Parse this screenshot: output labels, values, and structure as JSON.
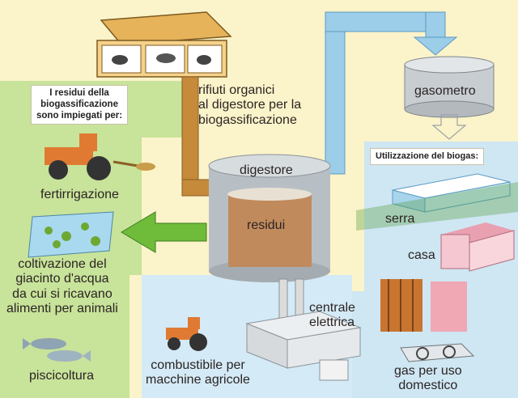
{
  "labels": {
    "residui_title": "I residui della\nbiogassificazione\nsono impiegati per:",
    "rifiuti": "rifiuti organici\nal digestore per la\nbiogassificazione",
    "gasometro": "gasometro",
    "utilizzazione": "Utilizzazione del biogas:",
    "digestore": "digestore",
    "residui": "residui",
    "fertirrigazione": "fertirrigazione",
    "giacinto": "coltivazione del\ngiacinto d'acqua\nda cui si ricavano\nalimenti per animali",
    "piscicoltura": "piscicoltura",
    "serra": "serra",
    "casa": "casa",
    "centrale": "centrale\nelettrica",
    "combustibile": "combustibile per\nmacchine agricole",
    "gas": "gas per uso\ndomestico"
  },
  "colors": {
    "background": "#fbf3c9",
    "left_panel": "#c8e39a",
    "right_panel": "#cfe6f3",
    "bottom_panel": "#d4eaf6",
    "pipe_blue": "#9ccde9",
    "pipe_brown": "#c58a3a",
    "arrow_green": "#6fbb3a",
    "digester_wall": "#b8bfc4",
    "residue": "#c08a5c"
  }
}
